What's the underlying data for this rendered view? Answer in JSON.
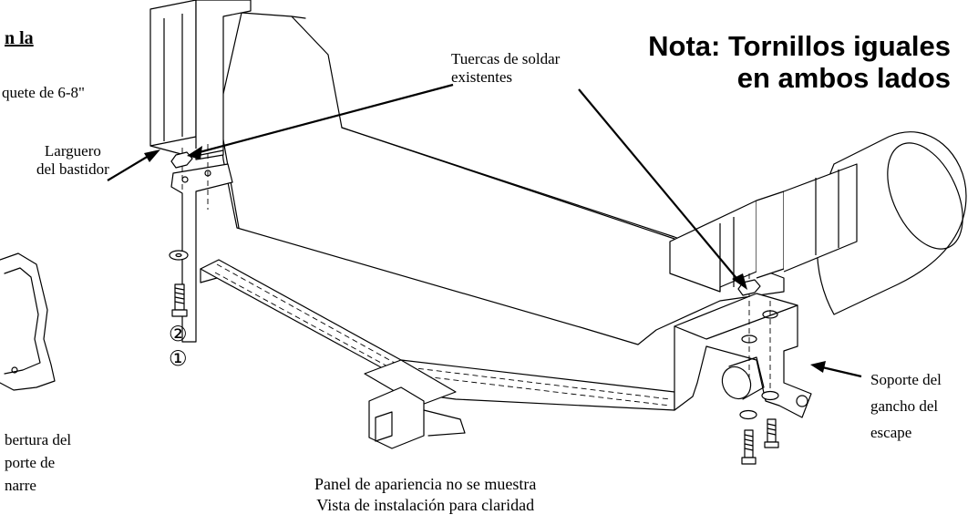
{
  "labels": {
    "heading_partial": "n la",
    "paquete_partial": "quete de 6-8\"",
    "larguero": "Larguero\ndel bastidor",
    "tuercas": "Tuercas de soldar\nexistentes",
    "nota": "Nota: Tornillos iguales\nen ambos lados",
    "soporte": "Soporte del\ngancho del\nescape",
    "apertura_partial": "bertura del\nporte de\nnarre",
    "caption": "Panel de apariencia no se muestra\nVista de instalación para claridad",
    "step2": "②",
    "step1": "①"
  },
  "icons": [
    "bolt-icon",
    "washer-icon",
    "arrow-icon"
  ]
}
